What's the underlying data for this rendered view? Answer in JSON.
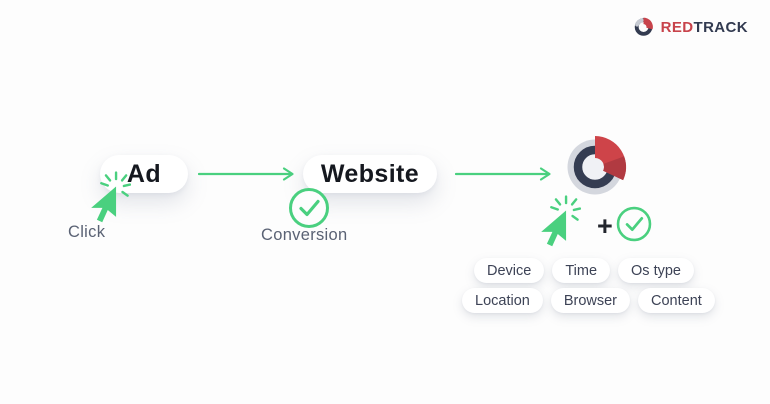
{
  "brand": {
    "name_red": "RED",
    "name_track": "TRACK"
  },
  "diagram": {
    "ad": {
      "label": "Ad",
      "annotation": "Click"
    },
    "website": {
      "label": "Website",
      "annotation": "Conversion"
    },
    "tracking": {
      "plus": "+"
    },
    "attribute_tags": {
      "row1": [
        "Device",
        "Time",
        "Os type"
      ],
      "row2": [
        "Location",
        "Browser",
        "Content"
      ]
    }
  },
  "icons": {
    "logo": "redtrack-logo-icon",
    "cursor": "cursor-click-icon",
    "arrow": "flow-arrow-icon",
    "check": "checkmark-circle-icon",
    "donut": "donut-chart-icon",
    "plus": "plus-icon"
  },
  "colors": {
    "green": "#4ad07f",
    "red": "#c8434b",
    "red_dark": "#b13a41",
    "navy": "#353d52",
    "light_gray_ring": "#d4d7de",
    "text_dark": "#15181f",
    "label_gray": "#5a6274",
    "tag_text": "#3d4356",
    "background": "#fdfdfd"
  }
}
